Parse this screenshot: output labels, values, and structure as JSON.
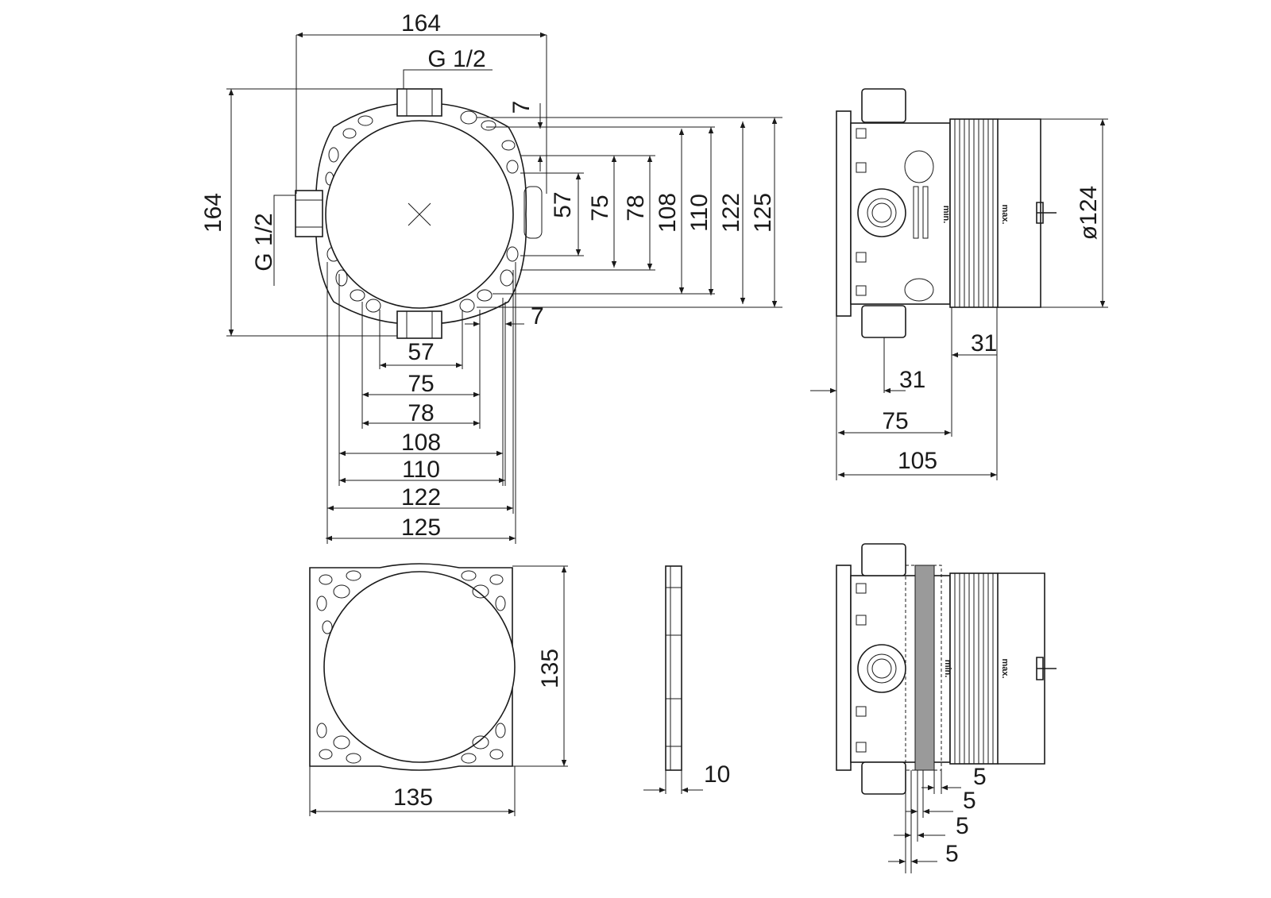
{
  "front_view": {
    "width_top": "164",
    "thread_top": "G 1/2",
    "height_left": "164",
    "thread_left": "G 1/2",
    "offset_right": "7",
    "offset_bottom": "7",
    "vertical_dims": [
      "57",
      "75",
      "78",
      "108",
      "110",
      "122",
      "125"
    ],
    "horizontal_dims": [
      "57",
      "75",
      "78",
      "108",
      "110",
      "122",
      "125"
    ]
  },
  "side_view": {
    "diameter": "ø124",
    "min_label": "min.",
    "max_label": "max.",
    "dims": [
      "31",
      "31",
      "75",
      "105"
    ]
  },
  "plate_view": {
    "width": "135",
    "height": "135",
    "thickness": "10"
  },
  "side_view_plate": {
    "dims": [
      "5",
      "5",
      "5",
      "5"
    ],
    "min_label": "min.",
    "max_label": "max."
  }
}
